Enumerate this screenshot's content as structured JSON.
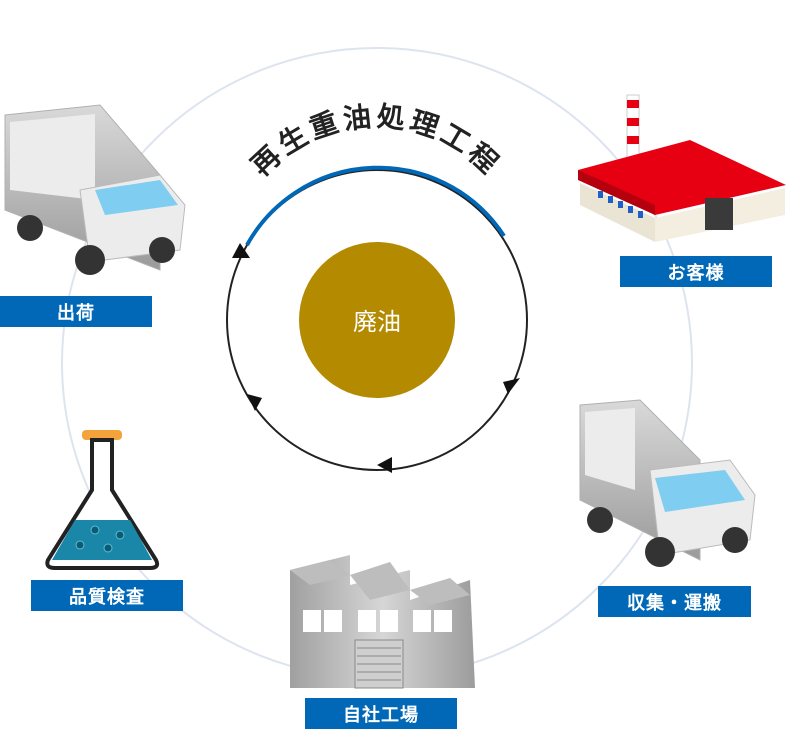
{
  "diagram": {
    "title": "再生重油処理工程",
    "center_label": "廃油",
    "stations": {
      "customer": "お客様",
      "collection": "収集・運搬",
      "factory": "自社工場",
      "inspection": "品質検査",
      "shipping": "出荷"
    }
  },
  "colors": {
    "brand_blue": "#0068b7",
    "waste_oil": "#b38a00",
    "roof_red": "#e60012",
    "truck_window": "#7fcdf0",
    "flask_liquid": "#1a86a8",
    "flask_cap": "#f3a23c",
    "outer_ring": "#dde4ef"
  }
}
